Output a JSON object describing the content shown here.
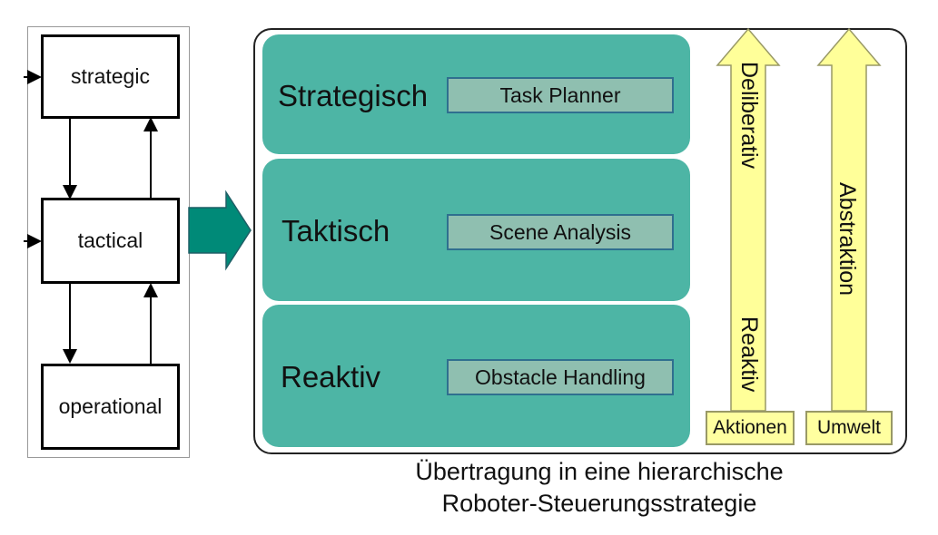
{
  "left_diagram": {
    "strategic": "strategic",
    "tactical": "tactical",
    "operational": "operational"
  },
  "layers": {
    "strategic": {
      "label": "Strategisch",
      "module": "Task Planner"
    },
    "tactical": {
      "label": "Taktisch",
      "module": "Scene Analysis"
    },
    "reactive": {
      "label": "Reaktiv",
      "module": "Obstacle Handling"
    }
  },
  "axes": {
    "left_arrow": {
      "top_label": "Deliberativ",
      "bottom_label": "Reaktiv",
      "base": "Aktionen"
    },
    "right_arrow": {
      "label": "Abstraktion",
      "base": "Umwelt"
    }
  },
  "caption": {
    "line1": "Übertragung in eine hierarchische",
    "line2": "Roboter-Steuerungsstrategie"
  },
  "colors": {
    "layer_fill": "#4db5a5",
    "module_fill": "#8fbfb0",
    "transfer_arrow": "#008a78",
    "axis_arrow_fill": "#ffff99"
  }
}
